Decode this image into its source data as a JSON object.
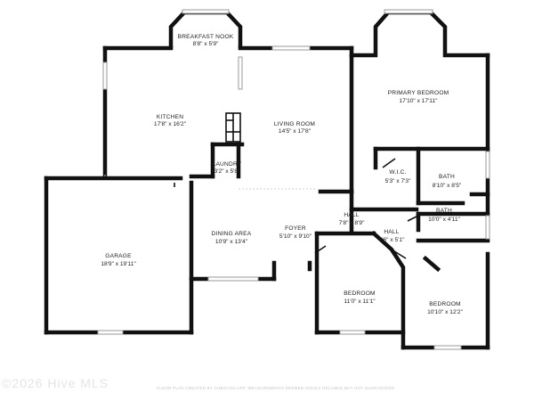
{
  "rooms": {
    "breakfast_nook": {
      "name": "BREAKFAST NOOK",
      "dim": "8'8\" x 5'9\""
    },
    "kitchen": {
      "name": "KITCHEN",
      "dim": "17'8\" x 16'2\""
    },
    "living_room": {
      "name": "LIVING ROOM",
      "dim": "14'5\" x 17'8\""
    },
    "laundry": {
      "name": "LAUNDRY",
      "dim": "3'2\" x 5'8\""
    },
    "primary_bedroom": {
      "name": "PRIMARY BEDROOM",
      "dim": "17'10\" x 17'11\""
    },
    "wic": {
      "name": "W.I.C.",
      "dim": "5'3\" x 7'3\""
    },
    "bath_primary": {
      "name": "BATH",
      "dim": "8'10\" x 8'5\""
    },
    "bath_2": {
      "name": "BATH",
      "dim": "10'0\" x 4'11\""
    },
    "hall_1": {
      "name": "HALL",
      "dim": "7'8\" x 8'9\""
    },
    "hall_2": {
      "name": "HALL",
      "dim": "7'6\" x 5'1\""
    },
    "foyer": {
      "name": "FOYER",
      "dim": "5'10\" x 9'10\""
    },
    "dining_area": {
      "name": "DINING AREA",
      "dim": "10'9\" x 13'4\""
    },
    "garage": {
      "name": "GARAGE",
      "dim": "18'9\" x 19'11\""
    },
    "bedroom_1": {
      "name": "BEDROOM",
      "dim": "11'0\" x 11'1\""
    },
    "bedroom_2": {
      "name": "BEDROOM",
      "dim": "10'10\" x 12'2\""
    }
  },
  "watermark": "©2026 Hive MLS",
  "footer": "FLOOR PLAN CREATED BY CUBICASA APP. MEASUREMENTS DEEMED HIGHLY RELIABLE BUT NOT GUARANTEED."
}
